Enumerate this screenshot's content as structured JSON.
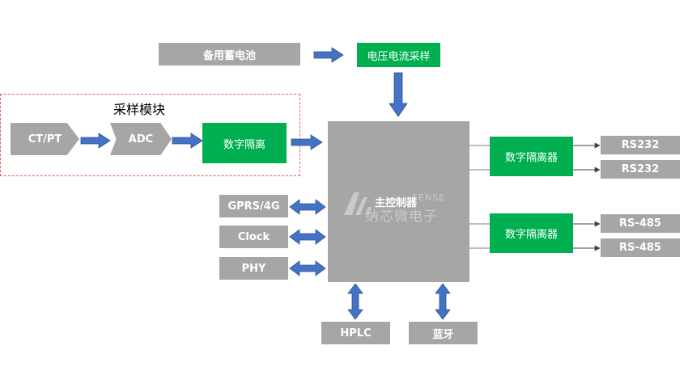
{
  "top": {
    "battery": "备用蓄电池",
    "sampling": "电压电流采样"
  },
  "module": {
    "title": "采样模块",
    "ctpt": "CT/PT",
    "adc": "ADC",
    "isolation": "数字隔离"
  },
  "controller": {
    "label": "主控制器",
    "watermark_cn": "纳芯微电子",
    "watermark_en": "SENSE"
  },
  "left_peripherals": [
    "GPRS/4G",
    "Clock",
    "PHY"
  ],
  "bottom_peripherals": [
    "HPLC",
    "蓝牙"
  ],
  "right": {
    "isolator_1": "数字隔离器",
    "isolator_2": "数字隔离器",
    "ports": [
      "RS232",
      "RS232",
      "RS-485",
      "RS-485"
    ]
  },
  "colors": {
    "gray": "#a6a6a6",
    "green": "#00b050",
    "arrow": "#4472c4",
    "dashed_border": "#e06060"
  }
}
